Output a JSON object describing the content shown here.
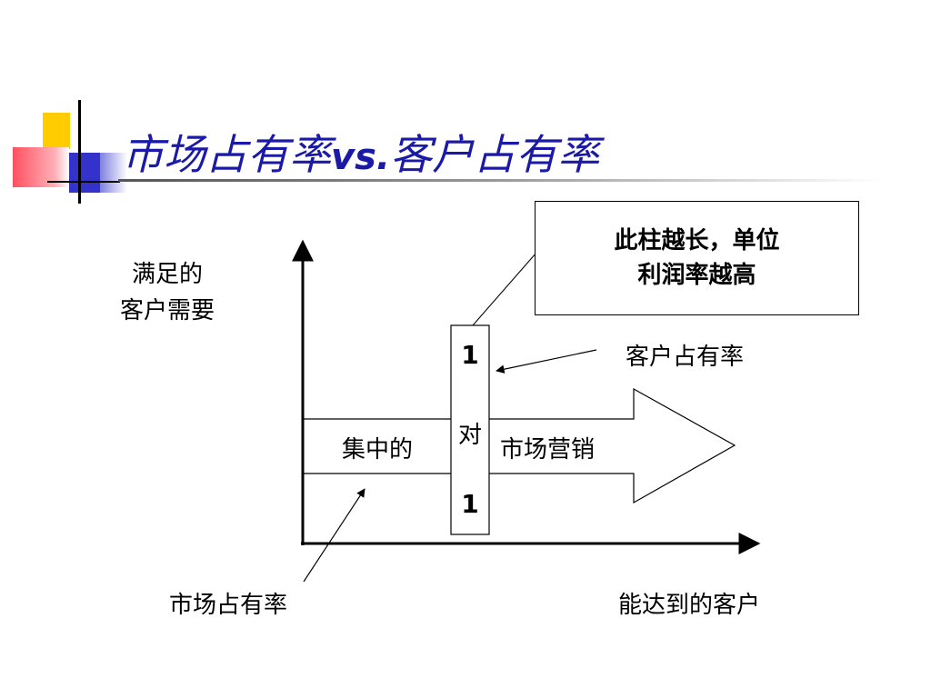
{
  "title": {
    "main": "市场占有率",
    "vs": "vs.",
    "rest": "客户占有率"
  },
  "callout": {
    "line1": "此柱越长，单位",
    "line2": "利润率越高"
  },
  "y_axis": {
    "line1": "满足的",
    "line2": "客户需要"
  },
  "x_axis": {
    "label": "能达到的客户"
  },
  "arrow": {
    "left_text": "集中的",
    "right_text": "市场营销"
  },
  "bar": {
    "top": "1",
    "middle": "对",
    "bottom": "1"
  },
  "pointer_labels": {
    "customer_share": "客户占有率",
    "market_share": "市场占有率"
  }
}
